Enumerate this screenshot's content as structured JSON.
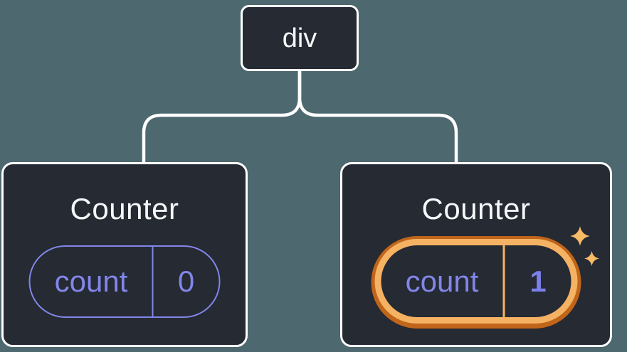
{
  "colors": {
    "background": "#4d686e",
    "panel": "#252a33",
    "line": "#ffffff",
    "text_light": "#f6f7f9",
    "purple": "#8286e9",
    "value_purple": "#7b81e8",
    "gold": "#f5b263",
    "orange": "#c0651a",
    "sparkle": "#f8bc66"
  },
  "tree": {
    "root": {
      "label": "div"
    },
    "children": [
      {
        "title": "Counter",
        "state_label": "count",
        "state_value": "0",
        "highlighted": false
      },
      {
        "title": "Counter",
        "state_label": "count",
        "state_value": "1",
        "highlighted": true
      }
    ]
  }
}
